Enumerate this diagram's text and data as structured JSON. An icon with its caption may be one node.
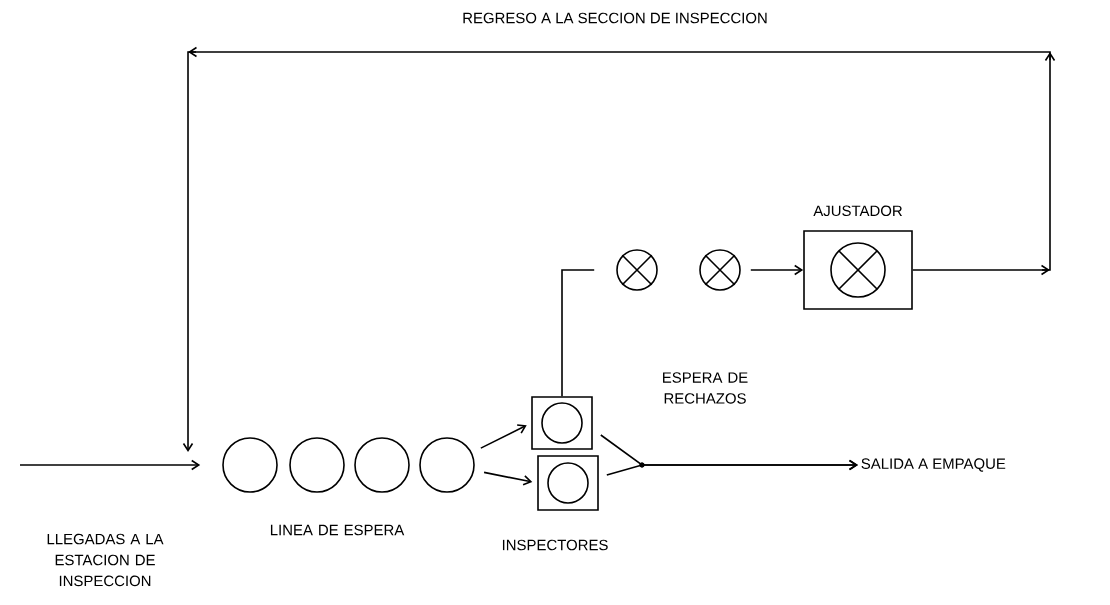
{
  "diagram": {
    "nodes": [
      {
        "text": [],
        "shape": "circle"
      },
      {
        "text": [],
        "shape": "circle"
      },
      {
        "text": [],
        "shape": "circle"
      },
      {
        "text": [],
        "shape": "circle"
      },
      {
        "text": [],
        "shape": "box"
      },
      {
        "text": [],
        "shape": "box"
      },
      {
        "text": [],
        "shape": "circle"
      },
      {
        "text": [],
        "shape": "circle"
      },
      {
        "text": [
          "AJUSTADOR"
        ]
      },
      {
        "text": [
          "SALIDA A EMPAQUE"
        ]
      }
    ],
    "edges": [
      {
        "from": null,
        "to": 0,
        "arrow": "to"
      },
      {
        "from": 8,
        "to": 0,
        "arrow": "to",
        "label": "REGRESO A LA SECCION DE INSPECCION"
      },
      {
        "from": 3,
        "to": 4,
        "arrow": "to"
      },
      {
        "from": 3,
        "to": 5,
        "arrow": "to"
      },
      {
        "from": 4,
        "to": 6,
        "arrow": "none"
      },
      {
        "from": 7,
        "to": 8,
        "arrow": "to"
      },
      {
        "from": 4,
        "to": 9,
        "arrow": "to"
      },
      {
        "from": 5,
        "to": 9,
        "arrow": "to"
      }
    ],
    "labels": [
      "LLEGADAS A LA ESTACION DE INSPECCION",
      "LINEA DE ESPERA",
      "ESPERA DE RECHAZOS",
      "INSPECTORES"
    ]
  }
}
